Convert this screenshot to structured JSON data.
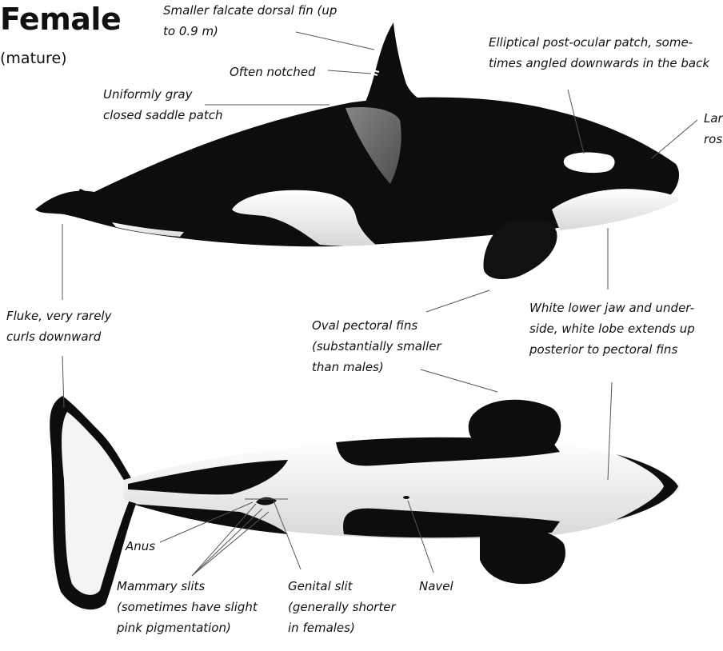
{
  "header": {
    "title": "Female",
    "subtitle": "(mature)"
  },
  "labels": {
    "dorsal_fin": [
      "Smaller falcate dorsal fin (up",
      "to 0.9 m)"
    ],
    "notched": [
      "Often notched"
    ],
    "saddle_patch": [
      "Uniformly gray",
      "closed saddle patch"
    ],
    "eye_patch": [
      "Elliptical post-ocular patch, some-",
      "times angled downwards in the back"
    ],
    "rostrum": [
      "Lar",
      "ros"
    ],
    "fluke": [
      "Fluke, very rarely",
      "curls downward"
    ],
    "pectoral_fins": [
      "Oval pectoral fins",
      "(substantially smaller",
      "than males)"
    ],
    "lower_jaw": [
      "White lower jaw and under-",
      "side, white lobe extends up",
      "posterior to pectoral fins"
    ],
    "anus": [
      "Anus"
    ],
    "mammary": [
      "Mammary slits",
      "(sometimes have slight",
      "pink pigmentation)"
    ],
    "genital": [
      "Genital slit",
      "(generally shorter",
      "in females)"
    ],
    "navel": [
      "Navel"
    ]
  },
  "colors": {
    "body_black": "#0d0d0d",
    "body_white": "#f2f2f2",
    "saddle_gray": "#8a8a8a",
    "leader_line": "#555555"
  }
}
